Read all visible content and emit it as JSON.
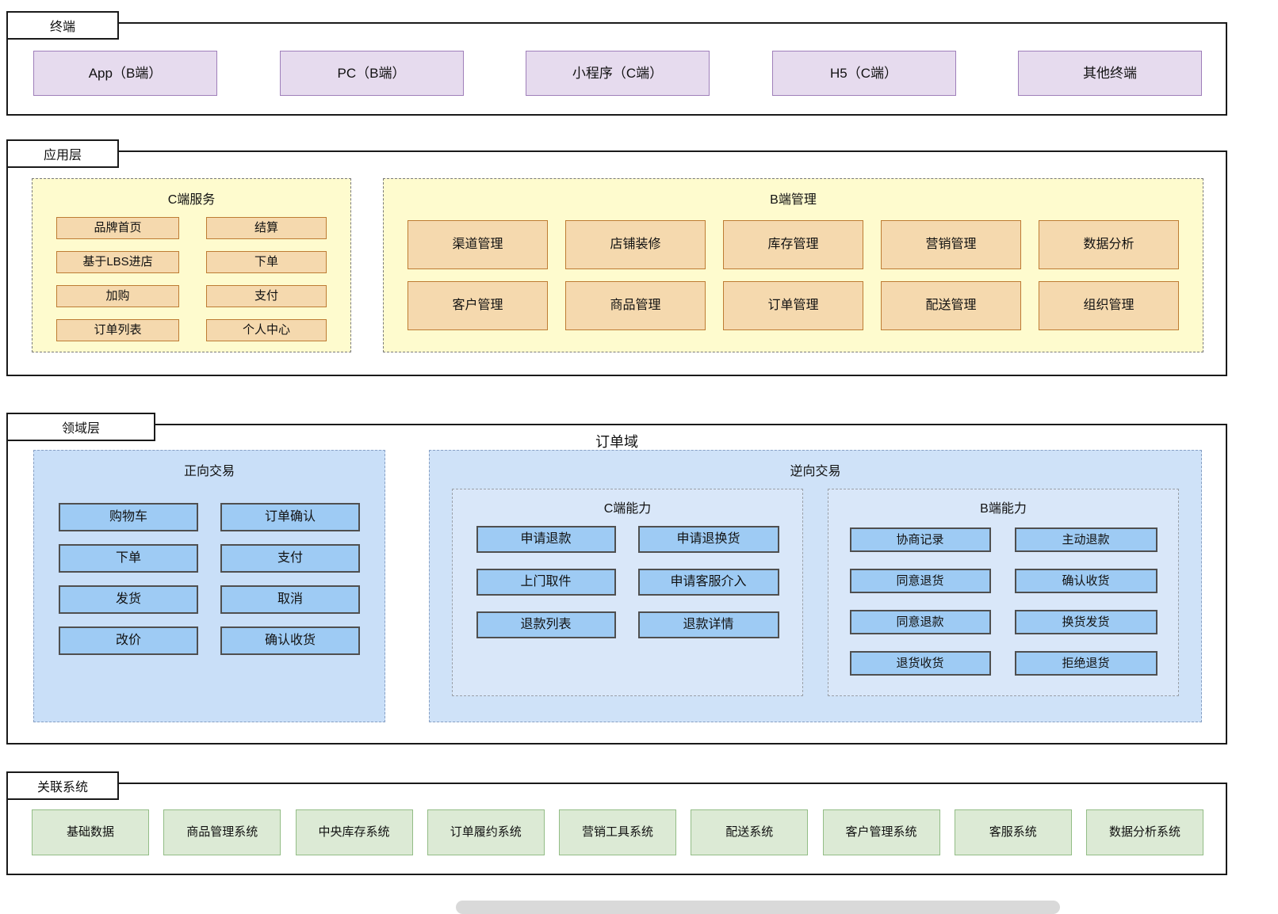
{
  "sections": {
    "terminal": {
      "label": "终端",
      "boxes": [
        "App（B端）",
        "PC（B端）",
        "小程序（C端）",
        "H5（C端）",
        "其他终端"
      ]
    },
    "application": {
      "label": "应用层",
      "c_services": {
        "title": "C端服务",
        "items": [
          "品牌首页",
          "结算",
          "基于LBS进店",
          "下单",
          "加购",
          "支付",
          "订单列表",
          "个人中心"
        ]
      },
      "b_management": {
        "title": "B端管理",
        "items": [
          "渠道管理",
          "店铺装修",
          "库存管理",
          "营销管理",
          "数据分析",
          "客户管理",
          "商品管理",
          "订单管理",
          "配送管理",
          "组织管理"
        ]
      }
    },
    "domain": {
      "label": "领域层",
      "title": "订单域",
      "forward": {
        "title": "正向交易",
        "items": [
          "购物车",
          "订单确认",
          "下单",
          "支付",
          "发货",
          "取消",
          "改价",
          "确认收货"
        ]
      },
      "reverse": {
        "title": "逆向交易",
        "c_capability": {
          "title": "C端能力",
          "items": [
            "申请退款",
            "申请退换货",
            "上门取件",
            "申请客服介入",
            "退款列表",
            "退款详情"
          ]
        },
        "b_capability": {
          "title": "B端能力",
          "items": [
            "协商记录",
            "主动退款",
            "同意退货",
            "确认收货",
            "同意退款",
            "换货发货",
            "退货收货",
            "拒绝退货"
          ]
        }
      }
    },
    "related": {
      "label": "关联系统",
      "boxes": [
        "基础数据",
        "商品管理系统",
        "中央库存系统",
        "订单履约系统",
        "营销工具系统",
        "配送系统",
        "客户管理系统",
        "客服系统",
        "数据分析系统"
      ]
    }
  },
  "colors": {
    "purple_fill": "#e6dbee",
    "purple_border": "#9f7fba",
    "orange_fill": "#f5d9ae",
    "orange_border": "#be7c33",
    "panel_yellow": "#fefbce",
    "blue_fill": "#9ecbf4",
    "blue_border": "#4f4f4f",
    "forward_fill": "#c9dff8",
    "reverse_fill": "#cfe2f8",
    "capability_fill": "#d9e7f9",
    "blue_dash_border": "#87a0c4",
    "gray_dash_border": "#7a7a7a",
    "green_fill": "#dcead5",
    "green_border": "#93bd86",
    "section_border": "#1a1a1a",
    "scrollbar": "#d9d9d9"
  }
}
